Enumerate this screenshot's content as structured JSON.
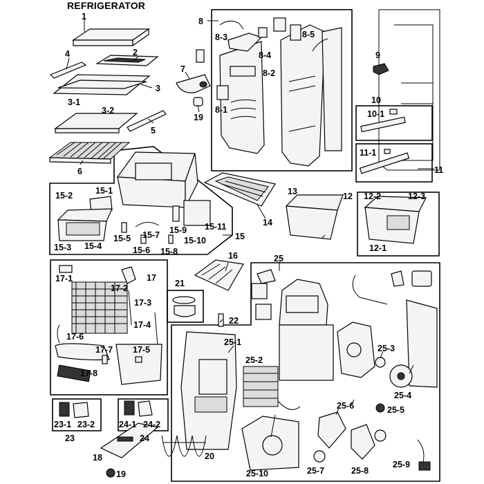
{
  "title": "REFRIGERATOR",
  "labels": [
    "1",
    "2",
    "3",
    "3-1",
    "3-2",
    "4",
    "5",
    "6",
    "7",
    "19",
    "8",
    "8-1",
    "8-2",
    "8-3",
    "8-4",
    "8-5",
    "9",
    "10",
    "10-1",
    "11",
    "11-1",
    "12",
    "12-1",
    "12-2",
    "12-3",
    "13",
    "14",
    "15",
    "15-1",
    "15-2",
    "15-3",
    "15-4",
    "15-5",
    "15-6",
    "15-7",
    "15-8",
    "15-9",
    "15-10",
    "15-11",
    "16",
    "17",
    "17-1",
    "17-2",
    "17-3",
    "17-4",
    "17-5",
    "17-6",
    "17-7",
    "17-8",
    "18",
    "19",
    "20",
    "21",
    "22",
    "23",
    "23-1",
    "23-2",
    "24",
    "24-1",
    "24-2",
    "25",
    "25-1",
    "25-2",
    "25-3",
    "25-4",
    "25-5",
    "25-6",
    "25-7",
    "25-8",
    "25-9",
    "25-10"
  ]
}
